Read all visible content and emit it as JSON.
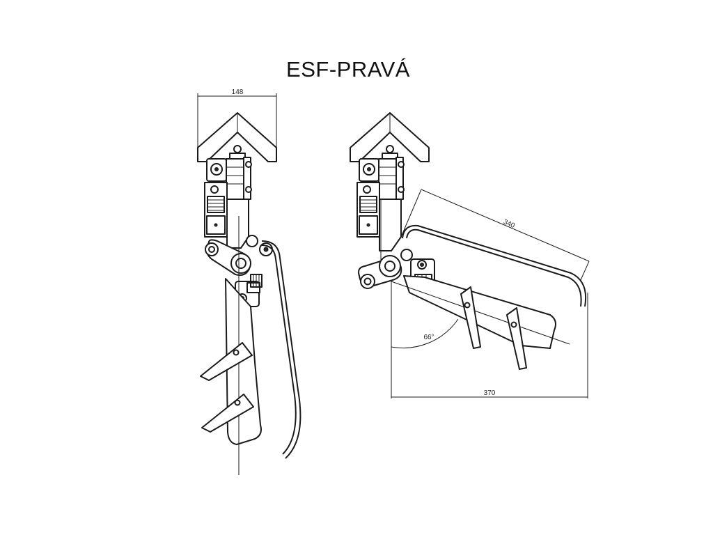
{
  "title": "ESF-PRAVÁ",
  "left_view": {
    "width_dimension": "148"
  },
  "right_view": {
    "length_dimension": "340",
    "angle_dimension": "66°",
    "width_dimension": "370"
  }
}
